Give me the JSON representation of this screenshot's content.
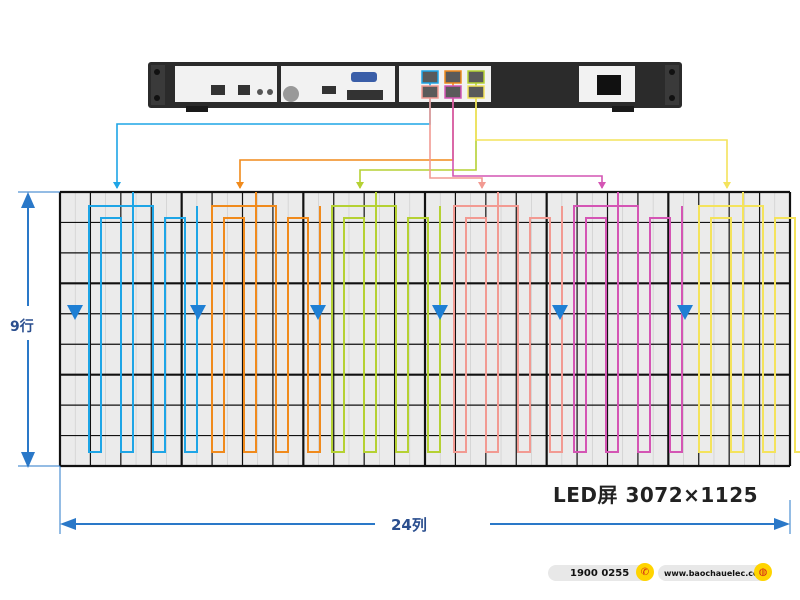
{
  "screen_label": "LED屏 3072×1125",
  "rows_label": "9行",
  "cols_label": "24列",
  "phone": "1900 0255",
  "website": "www.baochauelec.com",
  "phone_icon": "phone-icon",
  "web_icon": "globe-icon",
  "ports": [
    {
      "color": "#1ea5e6"
    },
    {
      "color": "#f08a1c"
    },
    {
      "color": "#b5d133"
    },
    {
      "color": "#f29a92"
    },
    {
      "color": "#d455b4"
    },
    {
      "color": "#f4e35c"
    }
  ],
  "dimension_color": "#2a78c8"
}
